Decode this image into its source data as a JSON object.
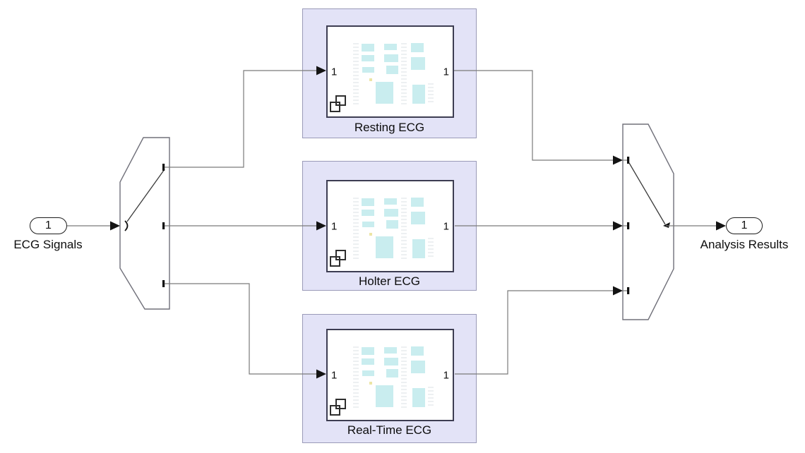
{
  "source": {
    "port_number": "1",
    "label": "ECG Signals"
  },
  "sink": {
    "port_number": "1",
    "label": "Analysis Results"
  },
  "subsystems": [
    {
      "name": "Resting ECG",
      "in_port": "1",
      "out_port": "1"
    },
    {
      "name": "Holter ECG",
      "in_port": "1",
      "out_port": "1"
    },
    {
      "name": "Real-Time ECG",
      "in_port": "1",
      "out_port": "1"
    }
  ],
  "colors": {
    "subsystem_fill": "#e3e3f7",
    "subsystem_border": "#9a9ab8",
    "inner_border": "#3d3d52",
    "preview_block": "#c9edef",
    "preview_dot": "#ece5a6",
    "wire": "#7a7a7a",
    "arrow": "#141414",
    "text": "#0d0d0d"
  }
}
